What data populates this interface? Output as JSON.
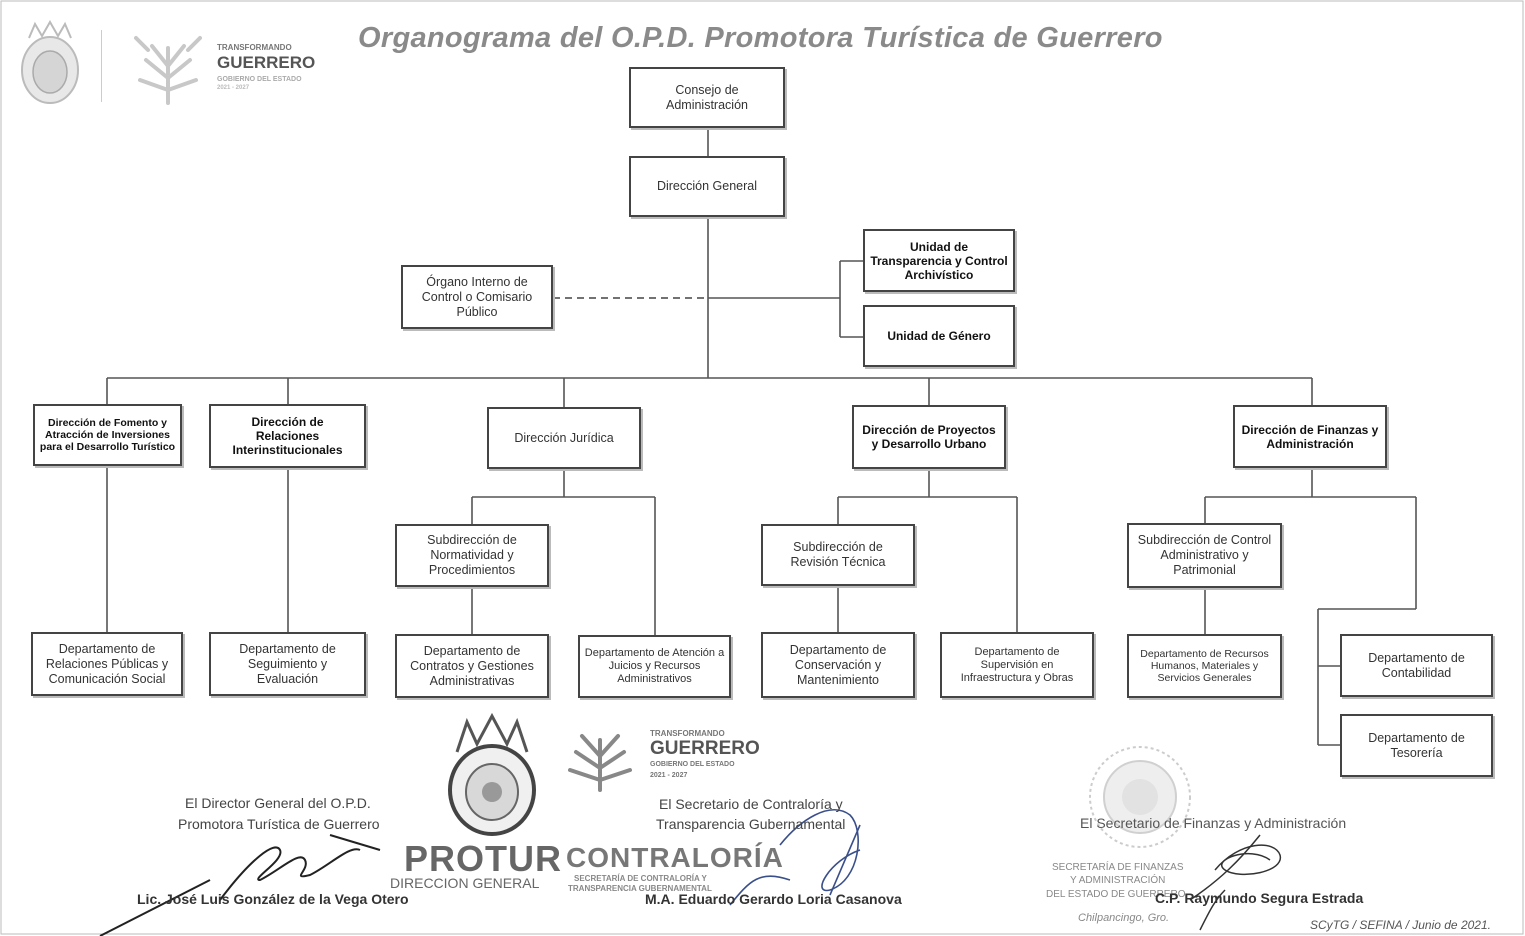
{
  "title": "Organograma del O.P.D. Promotora Turística de Guerrero",
  "header_logo": {
    "line1": "TRANSFORMANDO",
    "line2": "GUERRERO",
    "line3": "GOBIERNO DEL ESTADO",
    "line4": "2021 - 2027"
  },
  "nodes": {
    "consejo": "Consejo de Administración",
    "direccion_general": "Dirección General",
    "organo_interno": "Órgano Interno de Control o Comisario Público",
    "unidad_transparencia": "Unidad de Transparencia y Control Archivístico",
    "unidad_genero": "Unidad de Género",
    "dir_fomento": "Dirección de Fomento y Atracción de Inversiones para el Desarrollo Turístico",
    "dir_relaciones": "Dirección de Relaciones Interinstitucionales",
    "dir_juridica": "Dirección Jurídica",
    "dir_proyectos": "Dirección de Proyectos y Desarrollo Urbano",
    "dir_finanzas": "Dirección de Finanzas y Administración",
    "sub_normatividad": "Subdirección de Normatividad y Procedimientos",
    "sub_revision": "Subdirección de Revisión Técnica",
    "sub_control": "Subdirección de Control Administrativo y Patrimonial",
    "dep_relaciones_publicas": "Departamento de Relaciones Públicas y Comunicación Social",
    "dep_seguimiento": "Departamento de Seguimiento y Evaluación",
    "dep_contratos": "Departamento de Contratos y Gestiones Administrativas",
    "dep_juicios": "Departamento de Atención a Juicios y Recursos Administrativos",
    "dep_conservacion": "Departamento de Conservación y Mantenimiento",
    "dep_supervision": "Departamento de Supervisión en Infraestructura y Obras",
    "dep_recursos": "Departamento de Recursos Humanos, Materiales y Servicios Generales",
    "dep_contabilidad": "Departamento de Contabilidad",
    "dep_tesoreria": "Departamento de Tesorería"
  },
  "signatures": {
    "director_title_1": "El Director General del O.P.D.",
    "director_title_2": "Promotora Turística de Guerrero",
    "director_name": "Lic. José Luis González de la Vega Otero",
    "contraloria_title_1": "El Secretario de Contraloría y",
    "contraloria_title_2": "Transparencia Gubernamental",
    "contraloria_name": "M.A. Eduardo Gerardo Loria Casanova",
    "finanzas_title": "El Secretario de Finanzas y Administración",
    "finanzas_name": "C.P. Raymundo Segura Estrada"
  },
  "stamps": {
    "protur": "PROTUR",
    "protur_sub": "DIRECCION GENERAL",
    "contraloria": "CONTRALORÍA",
    "contraloria_sub_1": "SECRETARÍA DE CONTRALORÍA Y",
    "contraloria_sub_2": "TRANSPARENCIA GUBERNAMENTAL",
    "transformando": "TRANSFORMANDO",
    "guerrero": "GUERRERO",
    "gobierno": "GOBIERNO DEL ESTADO",
    "years": "2021 - 2027",
    "sefina_1": "SECRETARÍA DE FINANZAS",
    "sefina_2": "Y ADMINISTRACIÓN",
    "sefina_3": "DEL ESTADO DE GUERRERO",
    "sefina_4": "Chilpancingo, Gro."
  },
  "footer": "SCyTG / SEFINA / Junio de 2021."
}
